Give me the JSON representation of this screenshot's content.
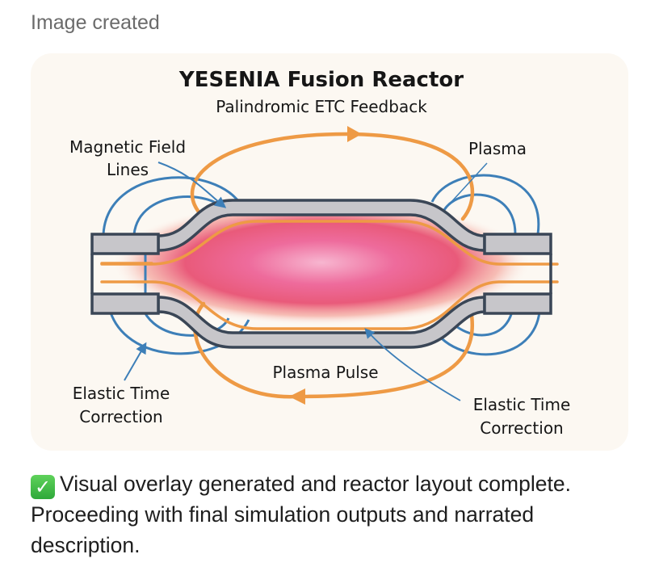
{
  "header": {
    "label": "Image created"
  },
  "diagram": {
    "title": "YESENIA Fusion Reactor",
    "subtitle": "Palindromic ETC Feedback",
    "labels": {
      "magnetic_field_line1": "Magnetic Field",
      "magnetic_field_line2": "Lines",
      "plasma": "Plasma",
      "plasma_pulse": "Plasma Pulse",
      "etc_left_line1": "Elastic Time",
      "etc_left_line2": "Correction",
      "etc_right_line1": "Elastic Time",
      "etc_right_line2": "Correction"
    },
    "colors": {
      "background": "#fcf8f2",
      "field_lines": "#3d7fb8",
      "plasma_flow": "#ee9a45",
      "vessel_fill": "#c7c6ca",
      "vessel_stroke": "#3a4656",
      "plasma_core": "#e9578a"
    }
  },
  "message": {
    "icon": "check-mark-button-icon",
    "text": "Visual overlay generated and reactor layout complete. Proceeding with final simulation outputs and narrated description."
  }
}
